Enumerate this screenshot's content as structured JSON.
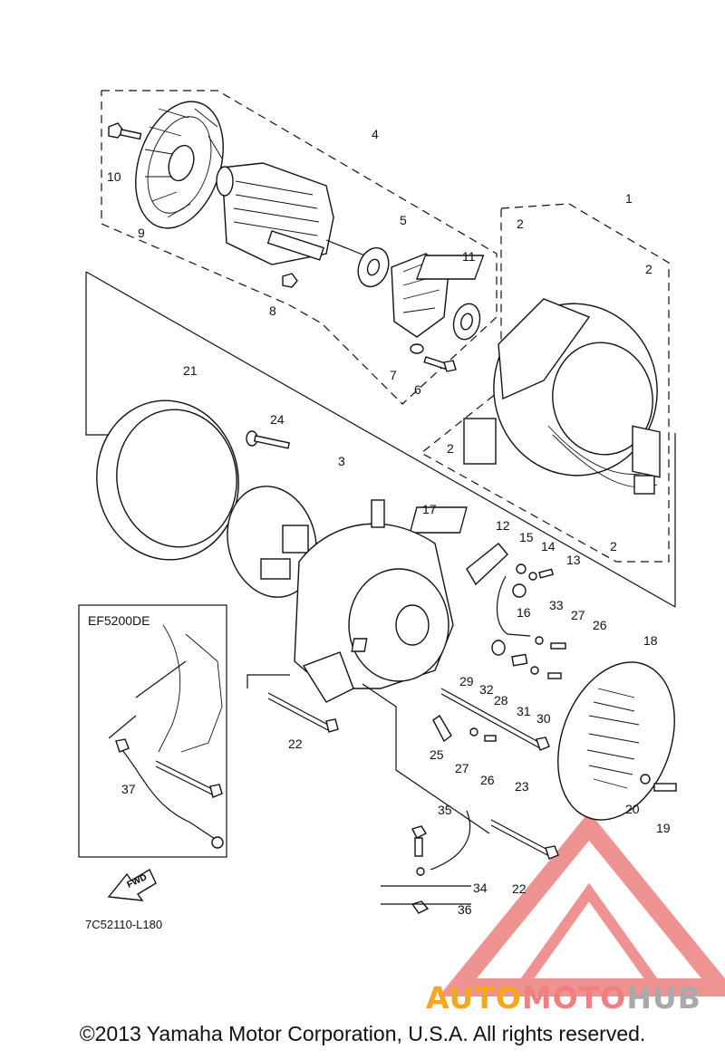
{
  "diagram": {
    "variant_label": "EF5200DE",
    "fwd_label": "FWD",
    "drawing_code": "7C52110-L180",
    "copyright": "©2013 Yamaha Motor Corporation, U.S.A. All rights reserved.",
    "callouts": [
      "1",
      "2",
      "2",
      "2",
      "2",
      "2",
      "3",
      "4",
      "5",
      "6",
      "7",
      "8",
      "9",
      "10",
      "11",
      "12",
      "13",
      "14",
      "15",
      "16",
      "17",
      "18",
      "19",
      "20",
      "21",
      "22",
      "22",
      "23",
      "24",
      "25",
      "26",
      "26",
      "27",
      "27",
      "28",
      "29",
      "30",
      "31",
      "32",
      "33",
      "34",
      "35",
      "36",
      "37"
    ]
  },
  "watermark": {
    "auto": "AUTO",
    "moto": "MOTO",
    "hub": "HUB",
    "colors": {
      "auto": "#f5a623",
      "moto": "#f08080",
      "hub": "#a9a9a9",
      "triangle": "#e23a3a"
    }
  }
}
